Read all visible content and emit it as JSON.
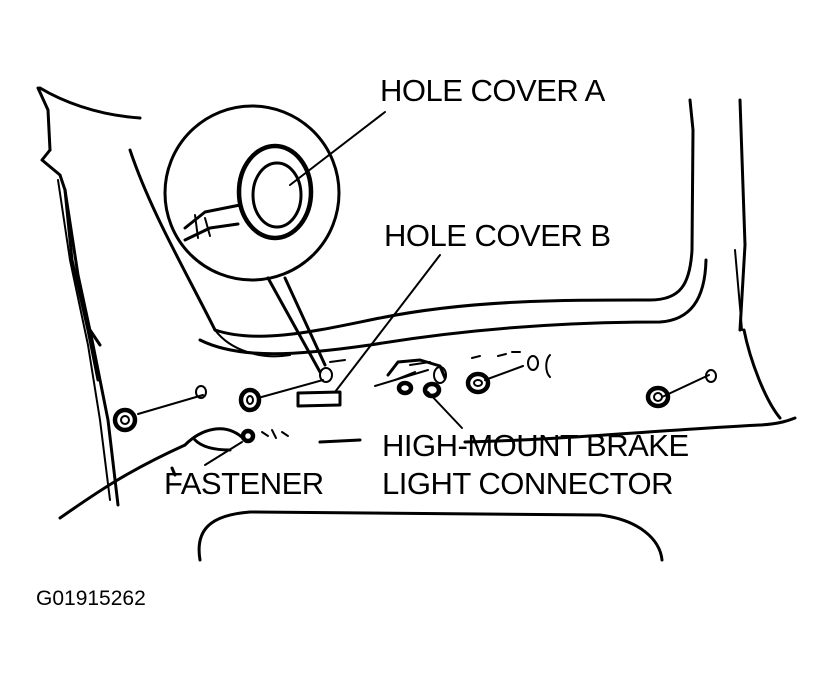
{
  "labels": {
    "hole_cover_a": "HOLE COVER A",
    "hole_cover_b": "HOLE COVER B",
    "connector_line1": "HIGH-MOUNT BRAKE",
    "connector_line2": "LIGHT CONNECTOR",
    "fastener": "FASTENER",
    "figure_id": "G01915262"
  },
  "colors": {
    "ink": "#000000",
    "paper": "#ffffff"
  }
}
